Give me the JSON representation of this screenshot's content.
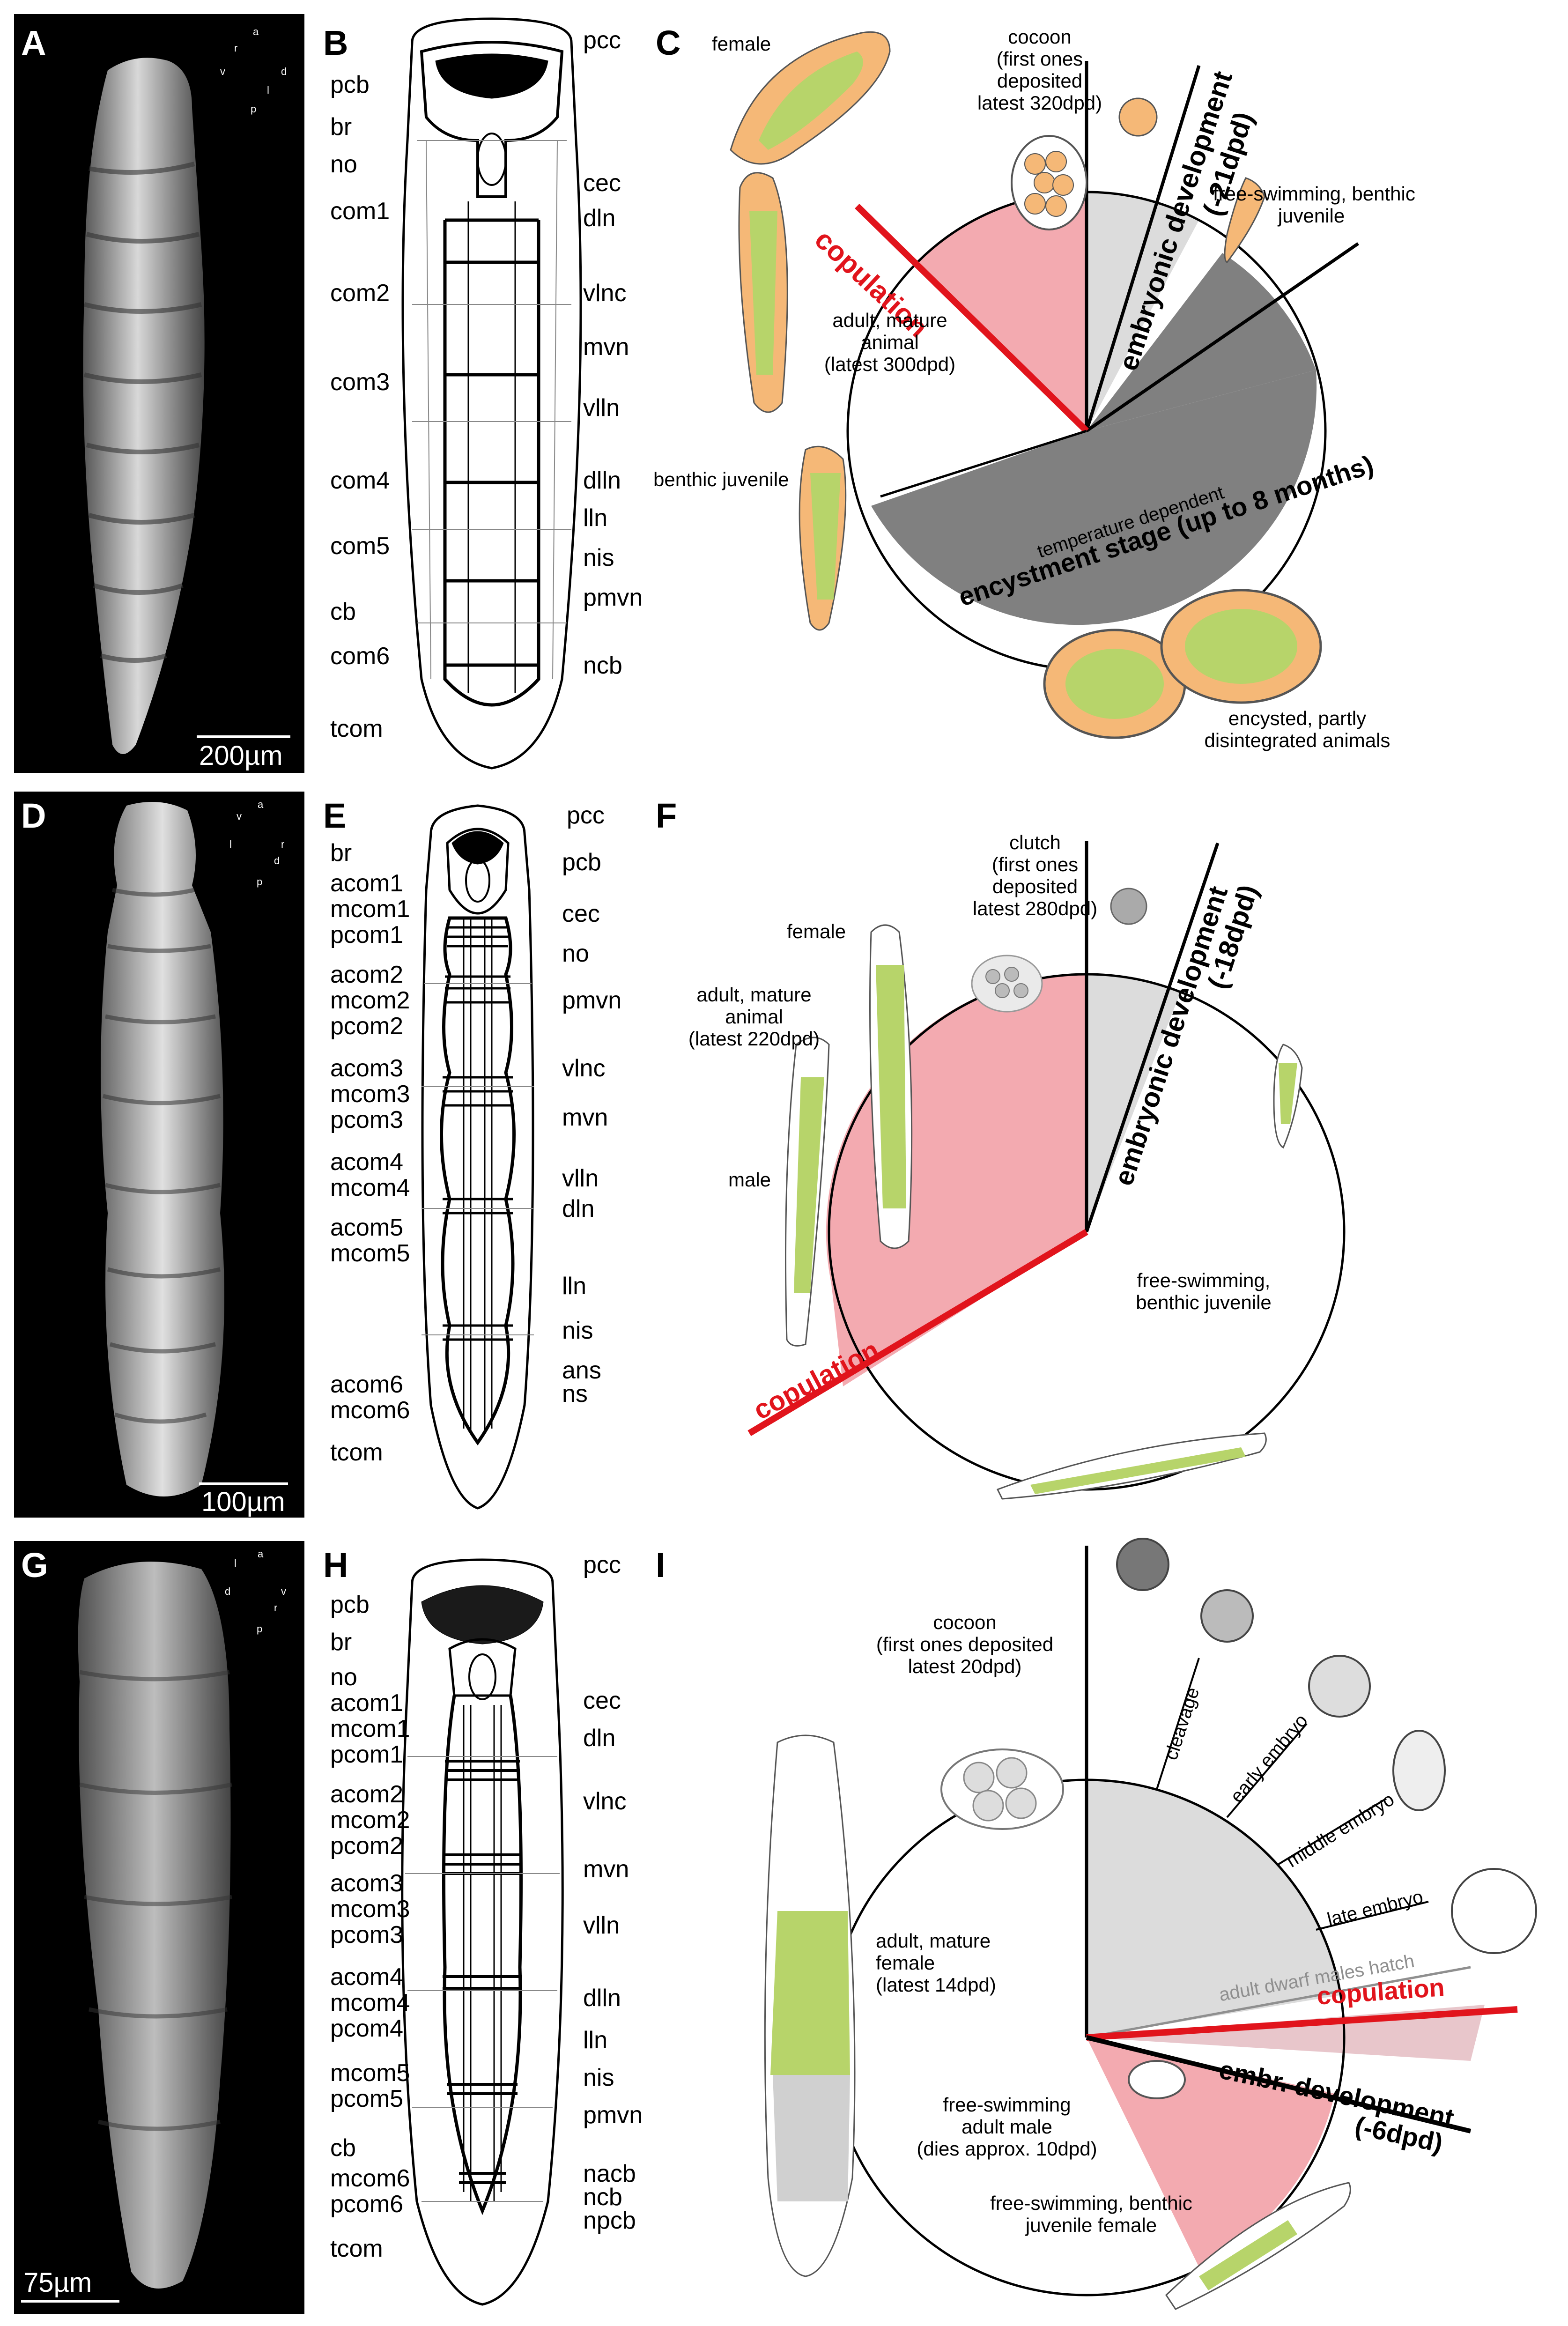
{
  "panels": {
    "A": {
      "letter": "A",
      "scale": "200µm",
      "axes": {
        "a": "a",
        "p": "p",
        "r": "r",
        "v": "v",
        "d": "d",
        "l": "l"
      }
    },
    "B": {
      "letter": "B",
      "labels": {
        "pcc": "pcc",
        "pcb": "pcb",
        "br": "br",
        "no": "no",
        "com1": "com1",
        "cec": "cec",
        "dln": "dln",
        "com2": "com2",
        "vlnc": "vlnc",
        "mvn": "mvn",
        "com3": "com3",
        "vlln": "vlln",
        "com4": "com4",
        "dlln": "dlln",
        "lln": "lln",
        "com5": "com5",
        "nis": "nis",
        "cb": "cb",
        "pmvn": "pmvn",
        "ncb": "ncb",
        "com6": "com6",
        "tcom": "tcom"
      }
    },
    "C": {
      "letter": "C",
      "female": "female",
      "cocoon": [
        "cocoon",
        "(first ones",
        "deposited",
        "latest 320dpd)"
      ],
      "copulation": "copulation",
      "embryonic": "embryonic development",
      "embryonic_days": "(-21dpd)",
      "juvenile": [
        "free-swimming, benthic",
        "juvenile"
      ],
      "adult": [
        "adult, mature",
        "animal",
        "(latest 300dpd)"
      ],
      "benthic": "benthic juvenile",
      "temp": "temperature dependent",
      "encyst": "encystment stage (up to 8 months)",
      "encysted": [
        "encysted, partly",
        "disintegrated animals"
      ]
    },
    "D": {
      "letter": "D",
      "scale": "100µm",
      "axes": {
        "a": "a",
        "p": "p",
        "r": "r",
        "v": "v",
        "d": "d",
        "l": "l"
      }
    },
    "E": {
      "letter": "E",
      "labels": {
        "pcc": "pcc",
        "br": "br",
        "pcb": "pcb",
        "acom1": "acom1",
        "mcom1": "mcom1",
        "cec": "cec",
        "pcom1": "pcom1",
        "no": "no",
        "acom2": "acom2",
        "mcom2": "mcom2",
        "pmvn": "pmvn",
        "pcom2": "pcom2",
        "acom3": "acom3",
        "vlnc": "vlnc",
        "mcom3": "mcom3",
        "pcom3": "pcom3",
        "mvn": "mvn",
        "acom4": "acom4",
        "mcom4": "mcom4",
        "vlln": "vlln",
        "dln": "dln",
        "acom5": "acom5",
        "mcom5": "mcom5",
        "lln": "lln",
        "nis": "nis",
        "acom6": "acom6",
        "ans": "ans",
        "mcom6": "mcom6",
        "ns": "ns",
        "tcom": "tcom"
      }
    },
    "F": {
      "letter": "F",
      "clutch": [
        "clutch",
        "(first ones",
        "deposited",
        "latest 280dpd)"
      ],
      "female": "female",
      "adult": [
        "adult, mature",
        "animal",
        "(latest 220dpd)"
      ],
      "male": "male",
      "embryonic": "embryonic development",
      "embryonic_days": "(-18dpd)",
      "juvenile": [
        "free-swimming,",
        "benthic juvenile"
      ],
      "copulation": "copulation"
    },
    "G": {
      "letter": "G",
      "scale": "75µm",
      "axes": {
        "a": "a",
        "p": "p",
        "r": "r",
        "l": "l",
        "d": "d",
        "v": "v"
      }
    },
    "H": {
      "letter": "H",
      "labels": {
        "pcc": "pcc",
        "pcb": "pcb",
        "br": "br",
        "no": "no",
        "acom1": "acom1",
        "cec": "cec",
        "mcom1": "mcom1",
        "dln": "dln",
        "pcom1": "pcom1",
        "acom2": "acom2",
        "vlnc": "vlnc",
        "mcom2": "mcom2",
        "pcom2": "pcom2",
        "acom3": "acom3",
        "mvn": "mvn",
        "mcom3": "mcom3",
        "pcom3": "pcom3",
        "vlln": "vlln",
        "acom4": "acom4",
        "mcom4": "mcom4",
        "dlln": "dlln",
        "pcom4": "pcom4",
        "lln": "lln",
        "mcom5": "mcom5",
        "nis": "nis",
        "pcom5": "pcom5",
        "pmvn": "pmvn",
        "cb": "cb",
        "mcom6": "mcom6",
        "nacb": "nacb",
        "ncb": "ncb",
        "pcom6": "pcom6",
        "npcb": "npcb",
        "tcom": "tcom"
      }
    },
    "I": {
      "letter": "I",
      "cocoon": [
        "cocoon",
        "(first ones deposited",
        "latest 20dpd)"
      ],
      "cleavage": "cleavage",
      "early": "early embryo",
      "middle": "middle embryo",
      "late": "late embryo",
      "dwarf": "adult dwarf males hatch",
      "copulation": "copulation",
      "adult": [
        "adult, mature",
        "female",
        "(latest 14dpd)"
      ],
      "embr": "embr. development",
      "embr_days": "(-6dpd)",
      "male": [
        "free-swimming",
        "adult male",
        "(dies approx. 10dpd)"
      ],
      "juvenile": [
        "free-swimming, benthic",
        "juvenile female"
      ]
    }
  },
  "colors": {
    "red": "#e1141c",
    "pink": "#f3aab0",
    "lightgrey": "#dcdcdc",
    "darkgrey": "#808080",
    "orange": "#f5b877",
    "green": "#b7d46a"
  }
}
